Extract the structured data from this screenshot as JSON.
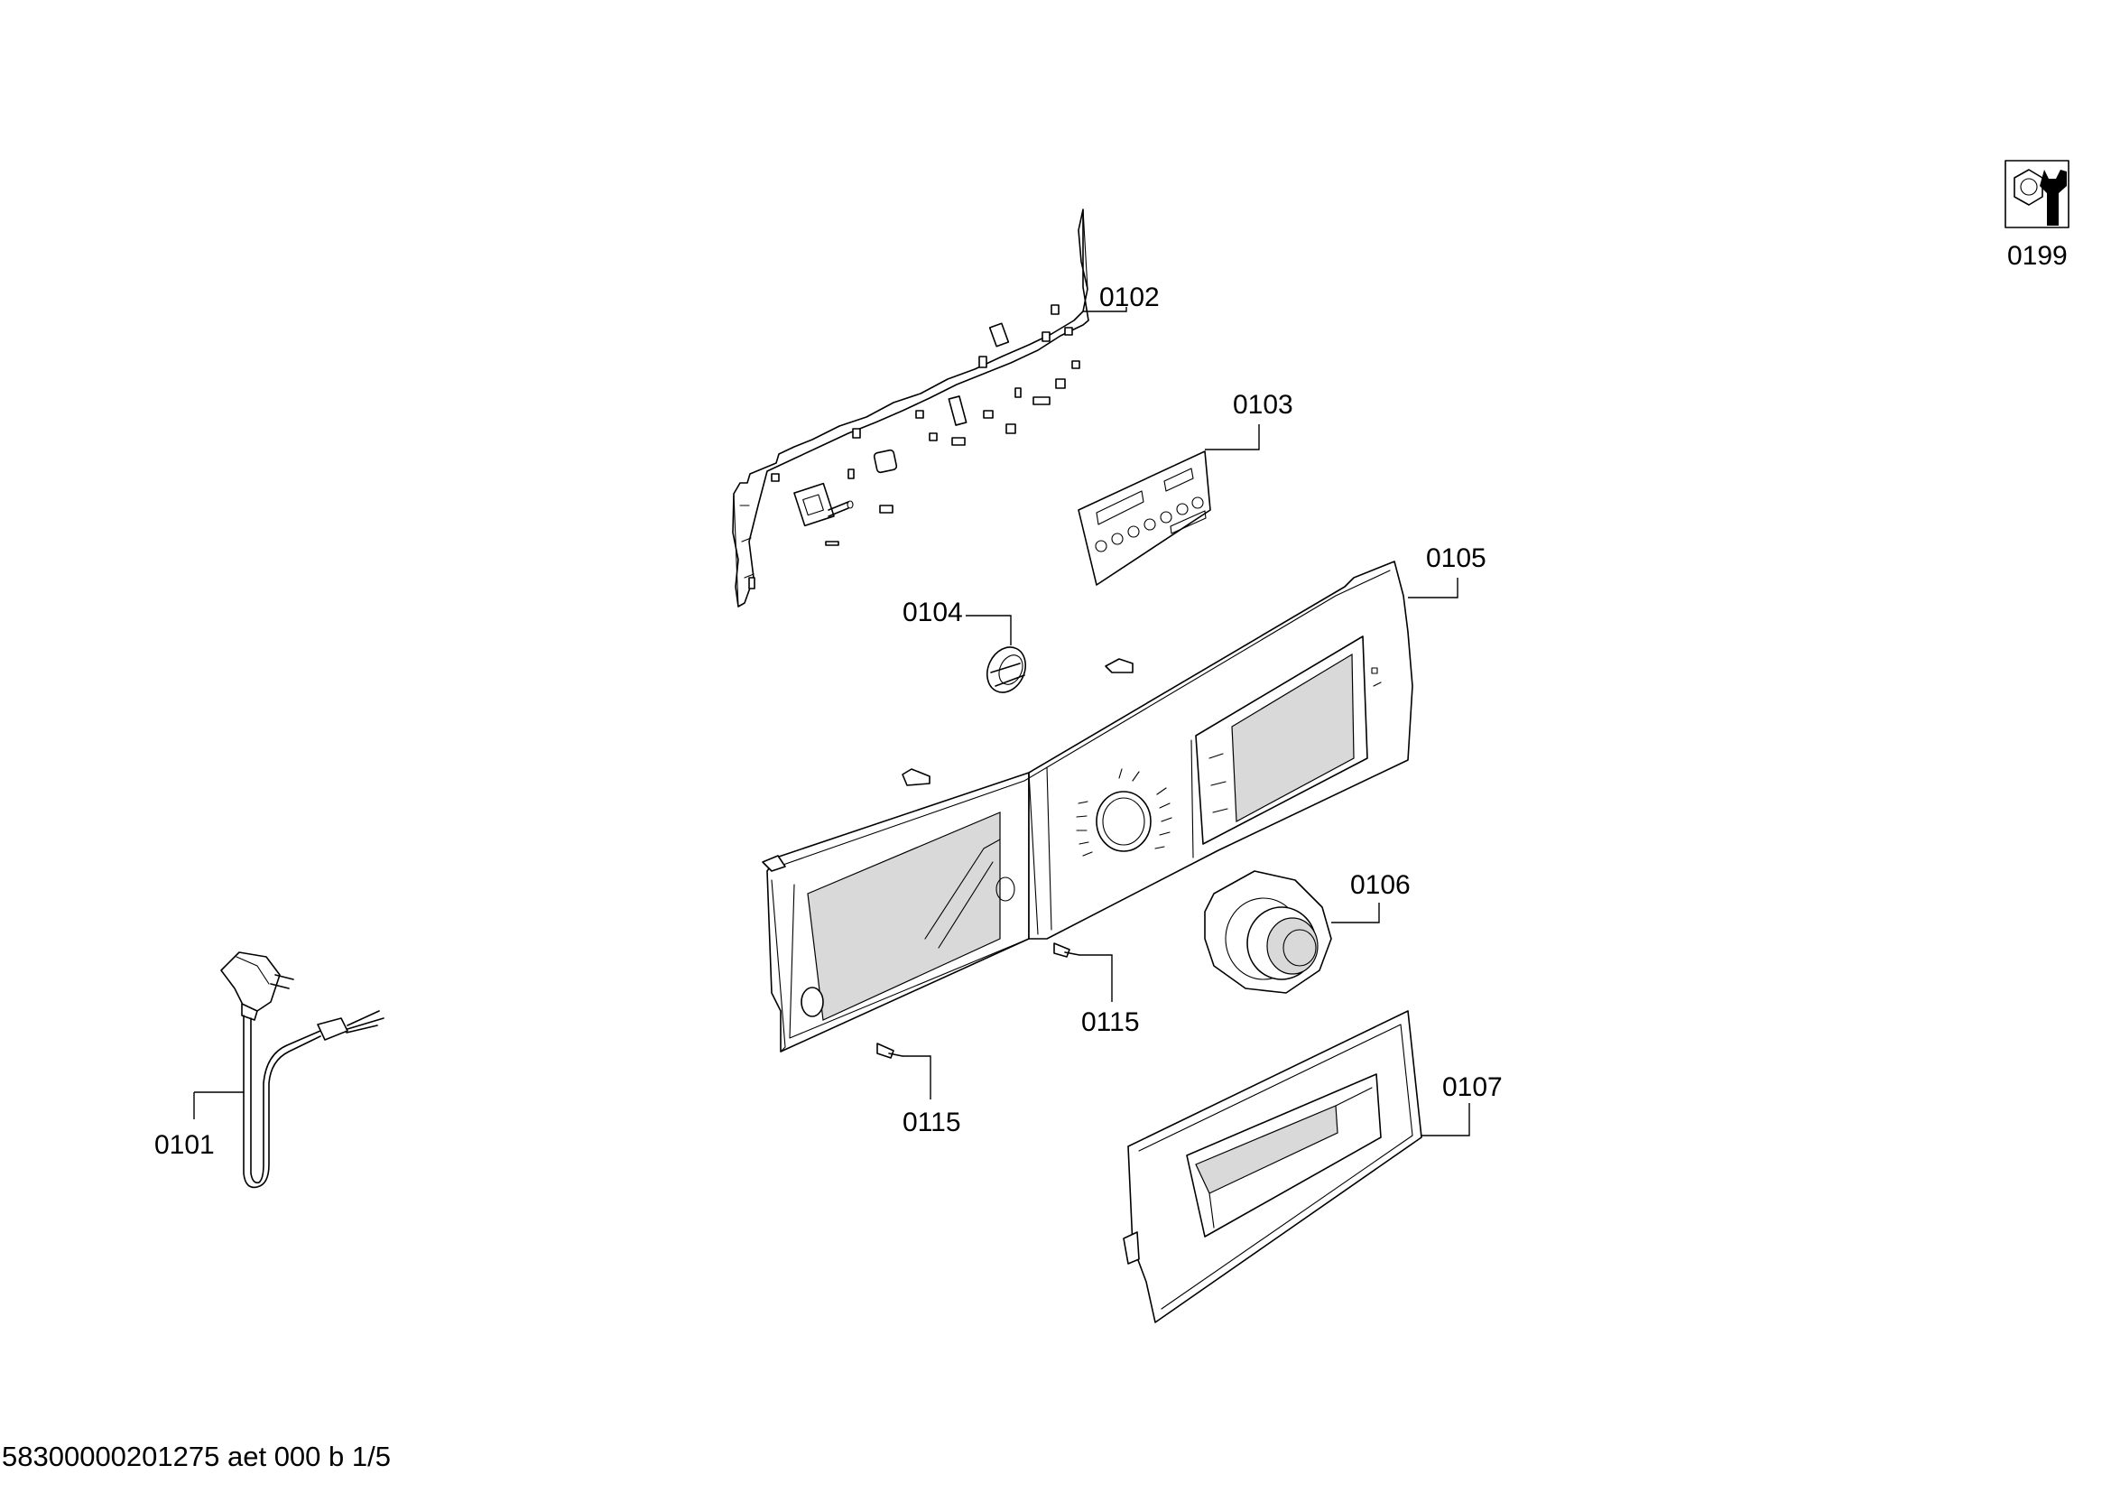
{
  "parts": [
    {
      "id": "p0101",
      "label": "0101"
    },
    {
      "id": "p0102",
      "label": "0102"
    },
    {
      "id": "p0103",
      "label": "0103"
    },
    {
      "id": "p0104",
      "label": "0104"
    },
    {
      "id": "p0105",
      "label": "0105"
    },
    {
      "id": "p0106",
      "label": "0106"
    },
    {
      "id": "p0107",
      "label": "0107"
    },
    {
      "id": "p0115a",
      "label": "0115"
    },
    {
      "id": "p0115b",
      "label": "0115"
    },
    {
      "id": "p0199",
      "label": "0199"
    }
  ],
  "tool_icon": "hex-nut-wrench-icon",
  "footer": {
    "code": "58300000201275 aet 000 b 1/5"
  }
}
